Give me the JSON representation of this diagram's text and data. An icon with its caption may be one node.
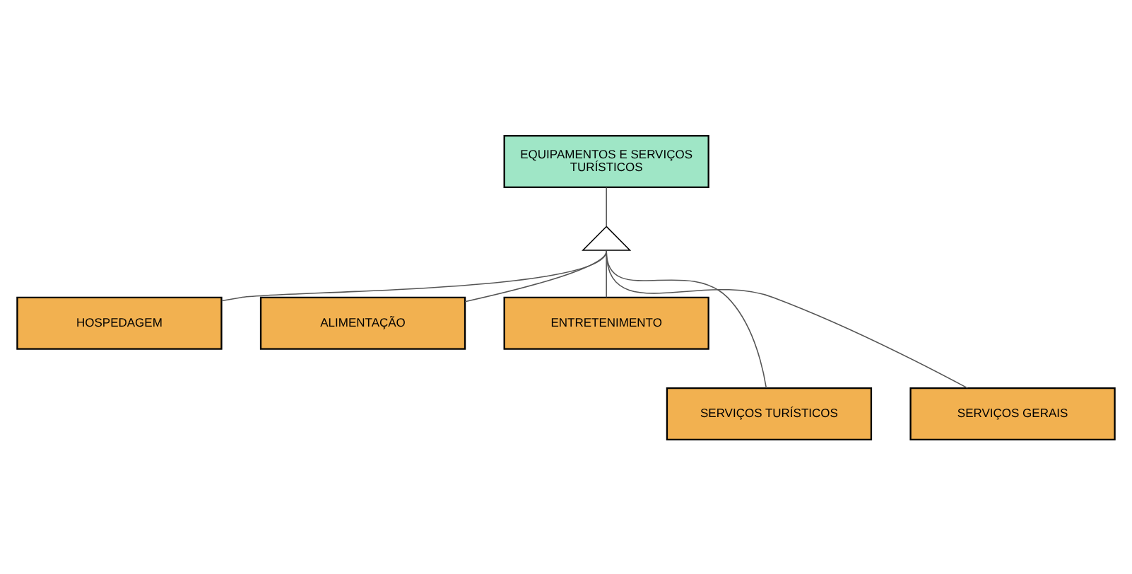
{
  "diagram": {
    "nodes": [
      {
        "text": [
          "EQUIPAMENTOS E SERVIÇOS TURÍSTICOS"
        ]
      },
      {
        "text": [],
        "shape": "triangle"
      },
      {
        "text": [
          "HOSPEDAGEM"
        ]
      },
      {
        "text": [
          "ALIMENTAÇÃO"
        ]
      },
      {
        "text": [
          "ENTRETENIMENTO"
        ]
      },
      {
        "text": [
          "SERVIÇOS TURÍSTICOS"
        ]
      },
      {
        "text": [
          "SERVIÇOS GERAIS"
        ]
      }
    ],
    "edges": [
      {
        "from": 0,
        "to": 1,
        "arrow": "none"
      },
      {
        "from": 1,
        "to": 2,
        "arrow": "none"
      },
      {
        "from": 1,
        "to": 5,
        "arrow": "none"
      },
      {
        "from": 1,
        "to": 3,
        "arrow": "none"
      },
      {
        "from": 1,
        "to": 6,
        "arrow": "none"
      },
      {
        "from": 1,
        "to": 4,
        "arrow": "none"
      }
    ]
  }
}
